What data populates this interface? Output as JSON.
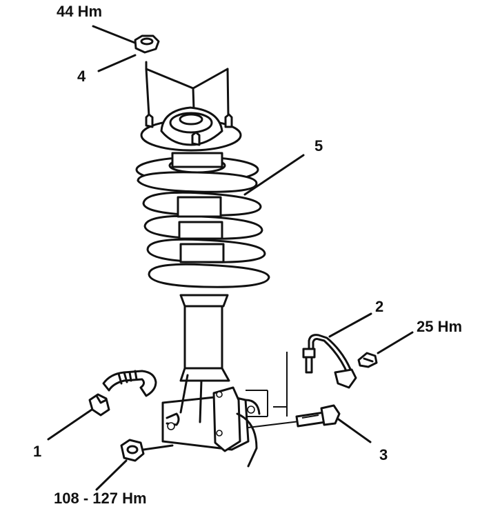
{
  "labels": {
    "torque_top_nut": "44 Hm",
    "item_4": "4",
    "item_5": "5",
    "item_2": "2",
    "torque_sensor_bolt": "25 Hm",
    "item_1": "1",
    "item_3": "3",
    "torque_knuckle_nut": "108 - 127 Hm"
  }
}
